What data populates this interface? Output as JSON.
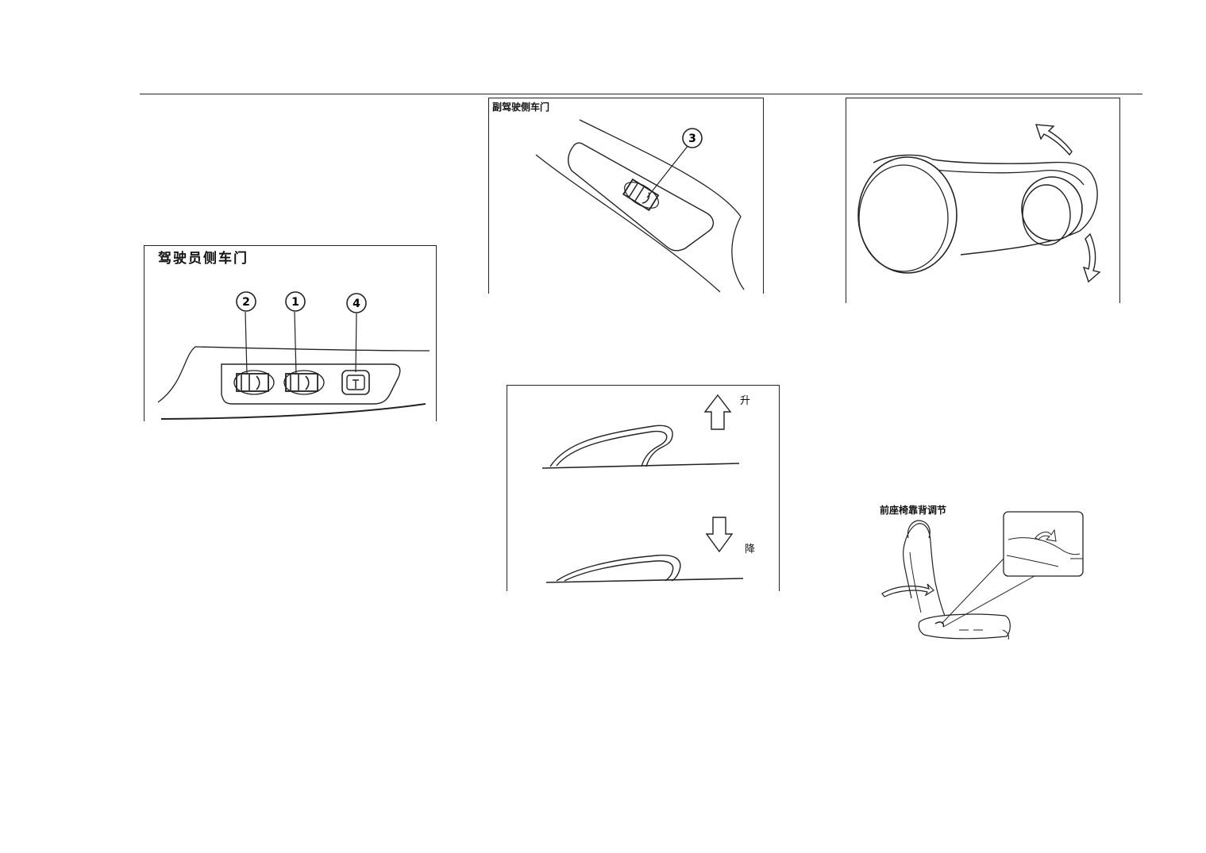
{
  "figures": {
    "driver_door": {
      "caption": "驾驶员侧车门",
      "callouts": [
        "2",
        "1",
        "4"
      ]
    },
    "passenger_door": {
      "caption": "副驾驶侧车门",
      "callouts": [
        "3"
      ]
    },
    "window_switch": {
      "up_label": "升",
      "down_label": "降"
    },
    "seat_recline": {
      "caption": "前座椅靠背调节"
    }
  }
}
